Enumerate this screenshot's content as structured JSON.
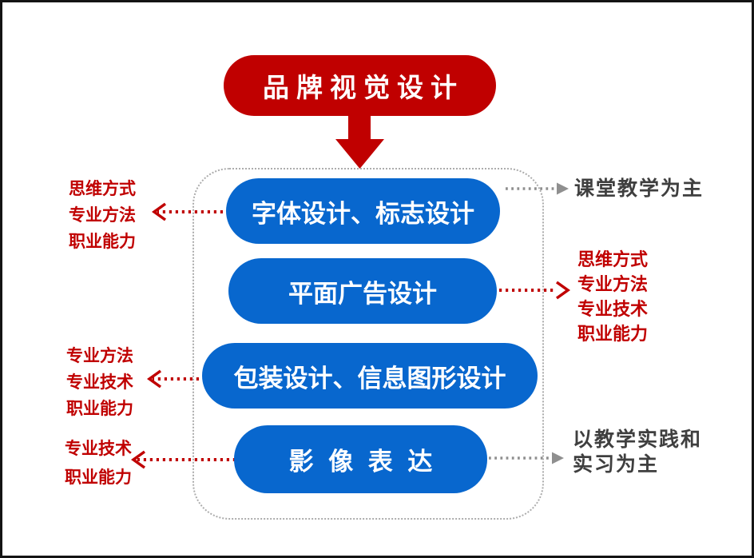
{
  "colors": {
    "brand_red": "#C00000",
    "node_blue": "#0867CE",
    "dark_text": "#3F3F3F",
    "arrow_gray": "#8F8F8F",
    "container_border_gray": "#ACACAC"
  },
  "root": {
    "title": "品牌视觉设计"
  },
  "courses": [
    {
      "label": "字体设计、标志设计"
    },
    {
      "label": "平面广告设计"
    },
    {
      "label": "包装设计、信息图形设计"
    },
    {
      "label": "影 像 表 达"
    }
  ],
  "left_annotations": [
    {
      "lines": [
        "思维方式",
        "专业方法",
        "职业能力"
      ]
    },
    {
      "lines": [
        "专业方法",
        "专业技术",
        "职业能力"
      ]
    },
    {
      "lines": [
        "专业技术",
        "职业能力"
      ]
    }
  ],
  "right_annotations": {
    "top_note": "课堂教学为主",
    "middle": {
      "lines": [
        "思维方式",
        "专业方法",
        "专业技术",
        "职业能力"
      ]
    },
    "bottom_note": {
      "lines": [
        "以教学实践和",
        "实习为主"
      ]
    }
  }
}
